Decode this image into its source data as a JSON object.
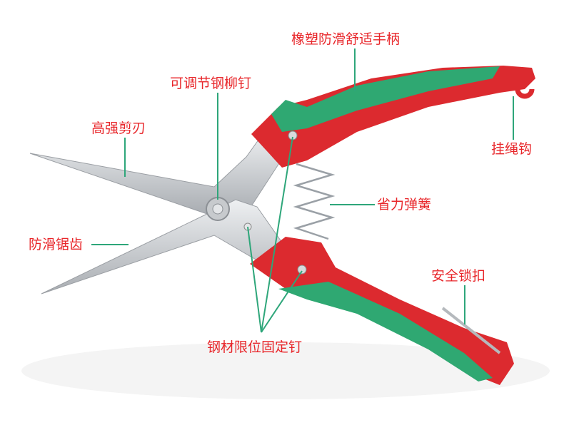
{
  "labels": {
    "handle": "橡塑防滑舒适手柄",
    "rivet": "可调节钢柳钉",
    "blade": "高强剪刃",
    "hook": "挂绳钩",
    "spring": "省力弹簧",
    "serration": "防滑锯齿",
    "lock": "安全锁扣",
    "stop_pin": "钢材限位固定钉"
  },
  "colors": {
    "label": "#e8262a",
    "leader": "#2ea67a",
    "handle_red": "#dc2a2f",
    "handle_green": "#2fa872",
    "blade": "#cfd2d6"
  }
}
